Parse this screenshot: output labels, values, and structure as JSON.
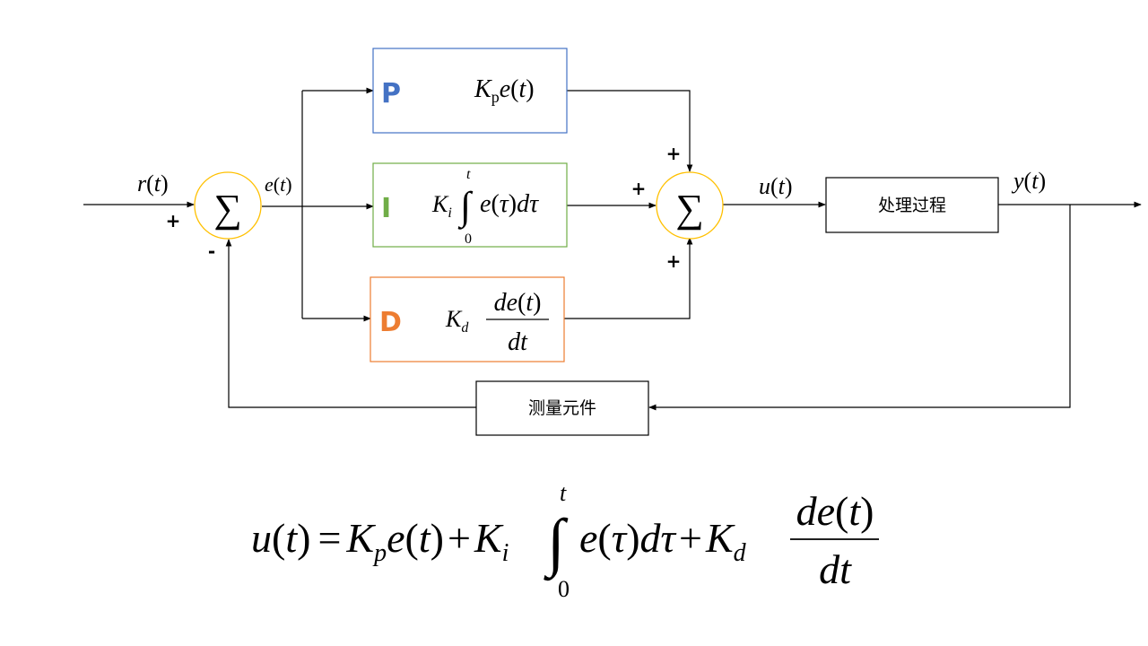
{
  "colors": {
    "p_border": "#4472C4",
    "i_border": "#70AD47",
    "d_border": "#ED7D31",
    "sum_circle": "#FFC000",
    "p_letter": "#4472C4",
    "i_letter": "#70AD47",
    "d_letter": "#ED7D31"
  },
  "signals": {
    "r": "r",
    "e": "e",
    "u": "u",
    "y": "y",
    "t": "t"
  },
  "summing_junction_symbol": "∑",
  "signs": {
    "plus": "+",
    "minus": "-"
  },
  "blocks": {
    "p": {
      "letter": "P",
      "gain": "K",
      "gain_sub": "p"
    },
    "i": {
      "letter": "I",
      "gain": "K",
      "gain_sub": "i",
      "upper_limit": "t",
      "lower_limit": "0"
    },
    "d": {
      "letter": "D",
      "gain": "K",
      "gain_sub": "d"
    },
    "process": {
      "label": "处理过程"
    },
    "sensor": {
      "label": "测量元件"
    }
  },
  "equation": {
    "lhs": "u",
    "kp": "K",
    "kp_sub": "p",
    "ki": "K",
    "ki_sub": "i",
    "kd": "K",
    "kd_sub": "d",
    "upper_limit": "t",
    "lower_limit": "0"
  }
}
